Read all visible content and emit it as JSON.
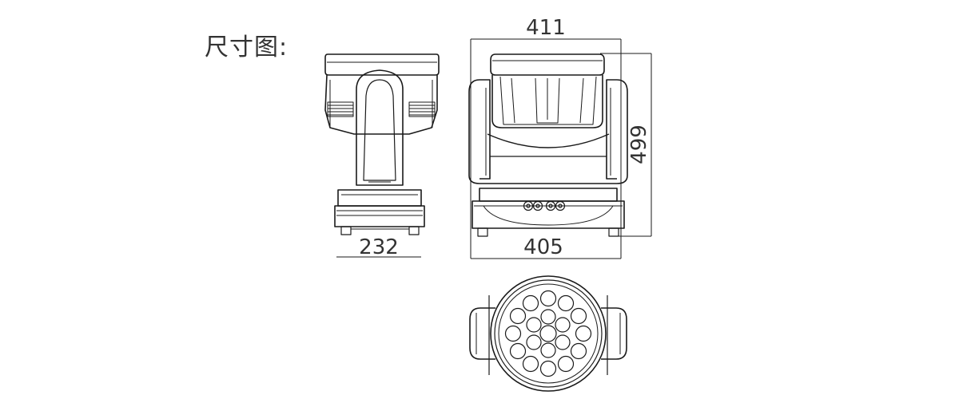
{
  "title": "尺寸图:",
  "dimensions": {
    "top_width": "411",
    "height": "499",
    "side_width": "232",
    "front_width": "405"
  },
  "colors": {
    "line": "#1a1a1a",
    "dimension_text": "#333333",
    "background": "#ffffff"
  }
}
